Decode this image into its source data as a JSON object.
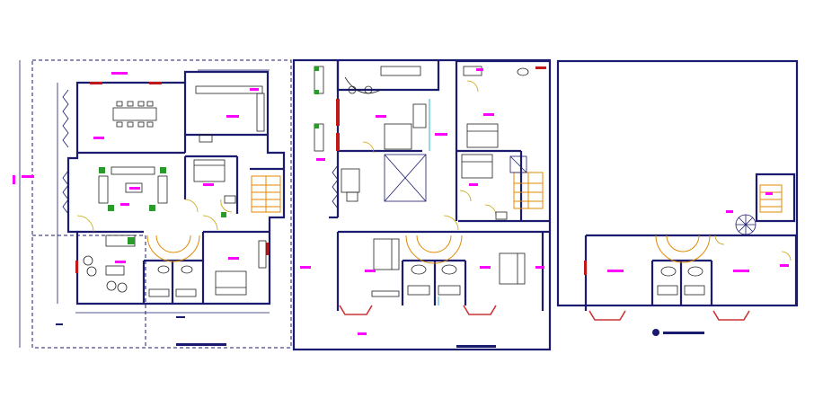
{
  "drawing": {
    "plans": [
      {
        "id": "ground-floor-plan",
        "caption": ""
      },
      {
        "id": "first-floor-plan",
        "caption": ""
      },
      {
        "id": "terrace-floor-plan",
        "caption": ""
      }
    ],
    "colors": {
      "wall": "#1a1a6e",
      "room_tag": "#ff00ff",
      "plant": "#2a9a2a",
      "door_swing": "#c8a000",
      "window_red": "#c01818",
      "stair": "#e08a00",
      "glass": "#2ab0c0"
    },
    "icons": [
      "stair-icon",
      "spiral-stair-icon",
      "bed-icon",
      "sofa-icon",
      "dining-table-icon",
      "plant-icon",
      "north-arrow-icon"
    ]
  }
}
